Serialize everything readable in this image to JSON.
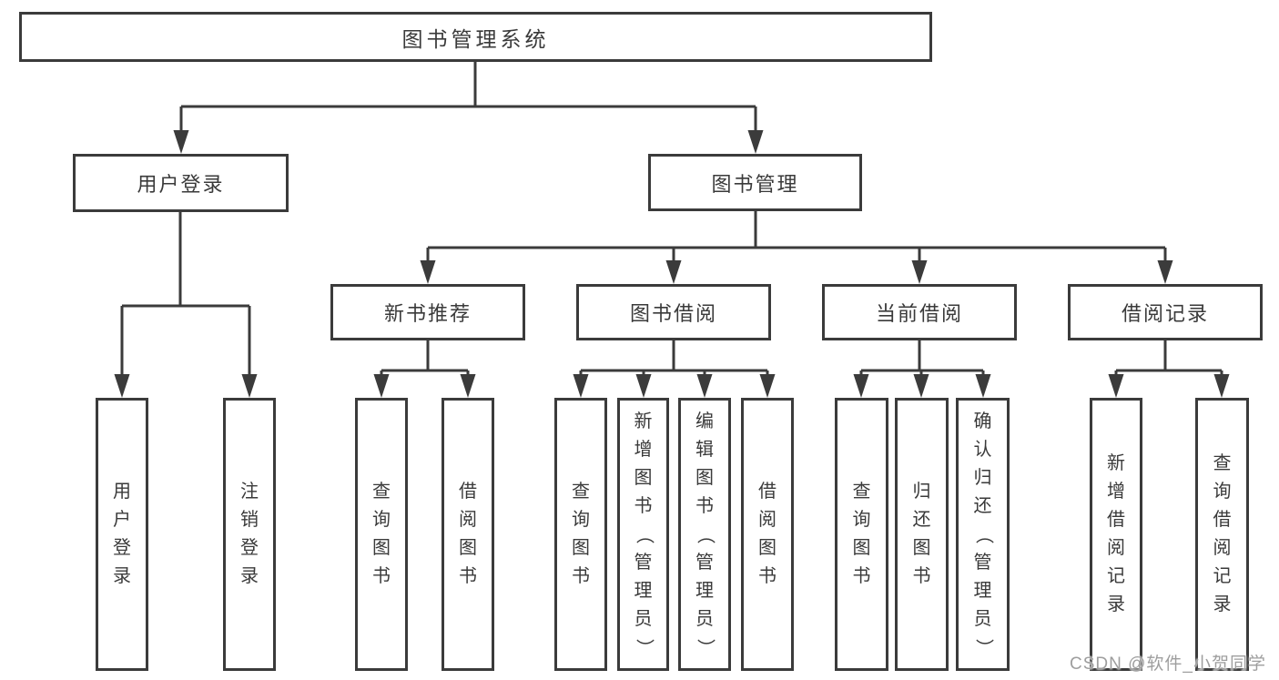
{
  "diagram_title": "图书管理系统",
  "nodes": {
    "root": {
      "label": "图书管理系统"
    },
    "user_login": {
      "label": "用户登录"
    },
    "book_management": {
      "label": "图书管理"
    },
    "new_book_rec": {
      "label": "新书推荐"
    },
    "book_borrow": {
      "label": "图书借阅"
    },
    "current_borrow": {
      "label": "当前借阅"
    },
    "borrow_records": {
      "label": "借阅记录"
    },
    "leaves": {
      "user_login_1": "用户登录",
      "user_login_2": "注销登录",
      "rec_1": "查询图书",
      "rec_2": "借阅图书",
      "borrow_1": "查询图书",
      "borrow_2": "新增图书（管理员）",
      "borrow_3": "编辑图书（管理员）",
      "borrow_4": "借阅图书",
      "current_1": "查询图书",
      "current_2": "归还图书",
      "current_3": "确认归还（管理员）",
      "records_1": "新增借阅记录",
      "records_2": "查询借阅记录"
    }
  },
  "watermark": {
    "text": "CSDN @软件_小贺同学"
  },
  "colors": {
    "line": "#3b3b3b",
    "text": "#3a3a3a",
    "watermark": "#9e9e9e",
    "background": "#ffffff"
  }
}
